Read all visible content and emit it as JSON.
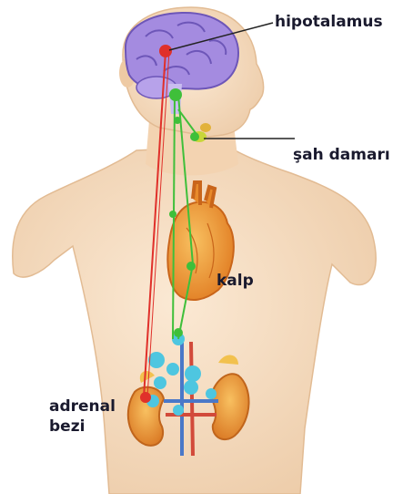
{
  "labels": {
    "hypothalamus": "hipotalamus",
    "carotid": "şah damarı",
    "heart": "kalp",
    "adrenal_line1": "adrenal",
    "adrenal_line2": "bezi"
  },
  "colors": {
    "background": "#ffffff",
    "skin": "#f6dcc0",
    "skin_shadow": "#e9c29b",
    "brain": "#a48be0",
    "brain_dark": "#6d56b8",
    "heart": "#f29a2e",
    "heart_dark": "#c9651a",
    "kidney": "#ef9d3e",
    "kidney_dark": "#c0651c",
    "red_pathway": "#e0302a",
    "green_pathway": "#3fbf3a",
    "nerve_blue": "#4ec6e0",
    "label_text": "#1a1a2e",
    "leader_line": "#222222"
  }
}
